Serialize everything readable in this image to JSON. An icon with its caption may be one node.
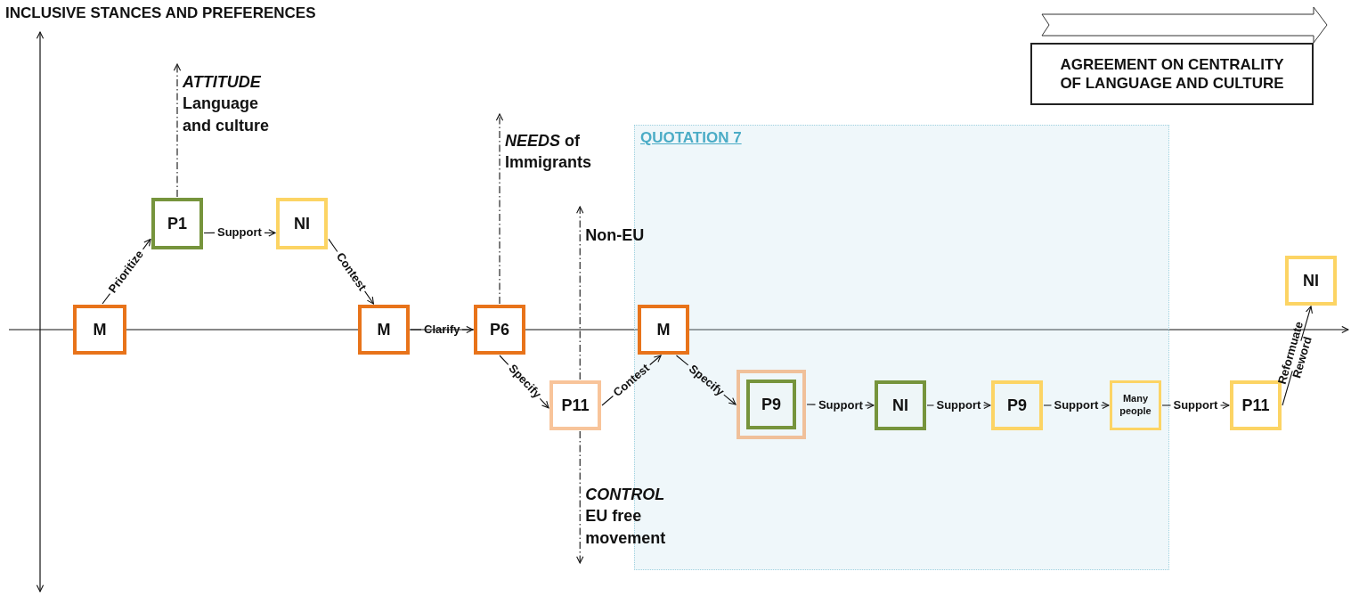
{
  "diagram": {
    "title": "INCLUSIVE STANCES AND PREFERENCES",
    "nodes": [
      {
        "text": [
          "AGREEMENT ON CENTRALITY OF LANGUAGE AND CULTURE"
        ]
      },
      {
        "text": [
          "M"
        ]
      },
      {
        "text": [
          "P1"
        ]
      },
      {
        "text": [
          "NI"
        ]
      },
      {
        "text": [
          "M"
        ]
      },
      {
        "text": [
          "P6"
        ]
      },
      {
        "text": [
          "P11"
        ]
      },
      {
        "text": [
          "QUOTATION 7"
        ]
      },
      {
        "text": [
          "M"
        ],
        "in": 7
      },
      {
        "text": [],
        "shape": "box",
        "in": 7
      },
      {
        "text": [
          "P9"
        ],
        "in": 9
      },
      {
        "text": [
          "NI"
        ],
        "in": 7
      },
      {
        "text": [
          "P9"
        ],
        "in": 7
      },
      {
        "text": [
          "Many people"
        ],
        "in": 7
      },
      {
        "text": [
          "P11"
        ]
      },
      {
        "text": [
          "NI"
        ]
      }
    ],
    "edges": [
      {
        "from": 1,
        "to": 2,
        "arrow": "to",
        "label": "Prioritize"
      },
      {
        "from": 2,
        "to": 3,
        "arrow": "to",
        "label": "Support"
      },
      {
        "from": 3,
        "to": 4,
        "arrow": "to",
        "label": "Contest"
      },
      {
        "from": 4,
        "to": 5,
        "arrow": "to",
        "label": "Clarify"
      },
      {
        "from": 5,
        "to": 6,
        "arrow": "to",
        "label": "Specify"
      },
      {
        "from": 6,
        "to": 8,
        "arrow": "to",
        "label": "Contest"
      },
      {
        "from": 8,
        "to": 9,
        "arrow": "to",
        "label": "Specify"
      },
      {
        "from": 9,
        "to": 11,
        "arrow": "to",
        "label": "Support"
      },
      {
        "from": 11,
        "to": 12,
        "arrow": "to",
        "label": "Support"
      },
      {
        "from": 12,
        "to": 13,
        "arrow": "to",
        "label": "Support"
      },
      {
        "from": 13,
        "to": 14,
        "arrow": "to",
        "label": "Support"
      },
      {
        "from": 14,
        "to": 15,
        "arrow": "to",
        "label": "Reformuate Reword"
      },
      {
        "from": 2,
        "to": null,
        "arrow": "to",
        "style": "dashed",
        "label": "*ATTITUDE* Language and culture"
      },
      {
        "from": 5,
        "to": null,
        "arrow": "to",
        "style": "dashed",
        "label": "*NEEDS* of Immigrants"
      },
      {
        "from": 6,
        "to": null,
        "arrow": "to",
        "style": "dashed",
        "label": "Non-EU"
      },
      {
        "from": 6,
        "to": null,
        "arrow": "to",
        "style": "dashed",
        "label": "*CONTROL* EU free movement"
      }
    ]
  }
}
